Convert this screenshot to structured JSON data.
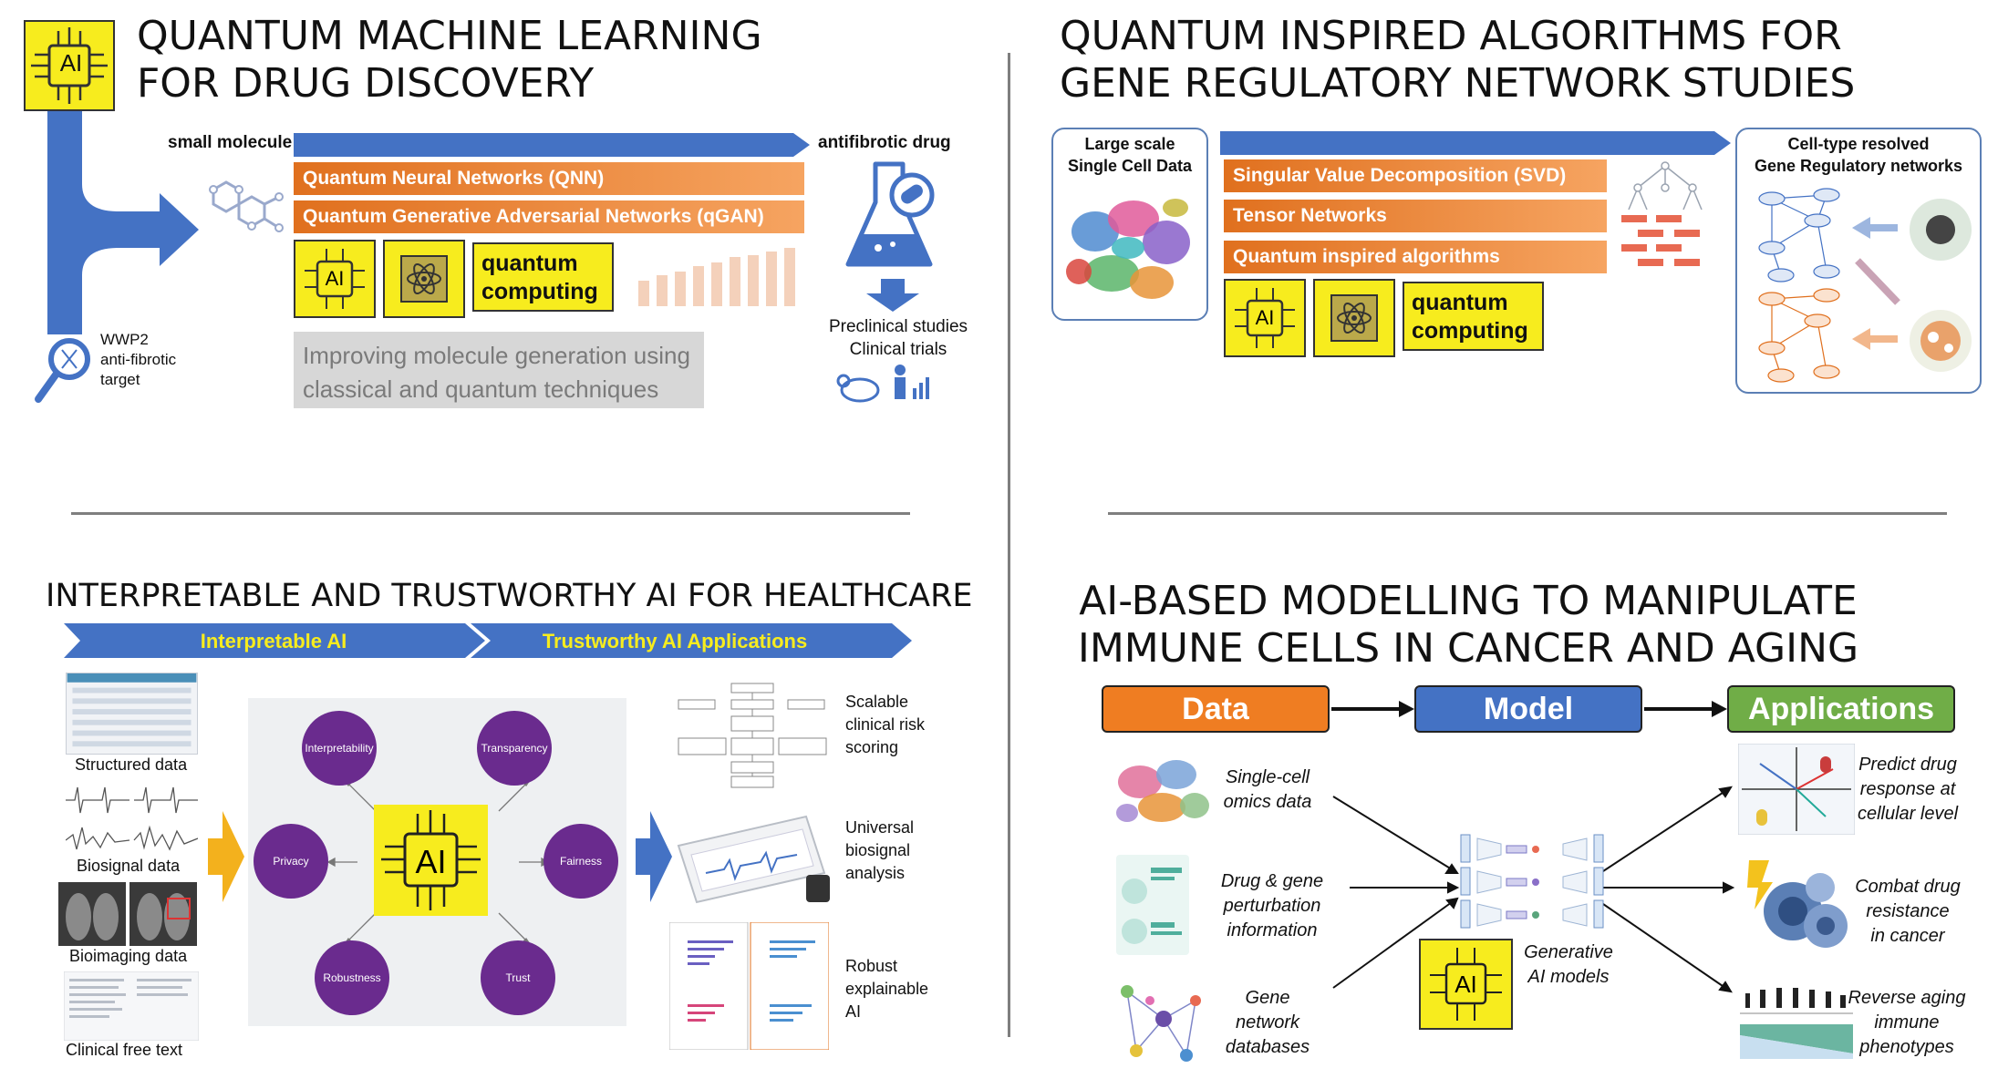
{
  "q1": {
    "title_line1": "QUANTUM MACHINE LEARNING",
    "title_line2": "FOR DRUG DISCOVERY",
    "small_molecule": "small molecule",
    "antifibrotic_drug": "antifibrotic drug",
    "bar1": "Quantum Neural Networks (QNN)",
    "bar2": "Quantum Generative Adversarial Networks (qGAN)",
    "quantum_line1": "quantum",
    "quantum_line2": "computing",
    "ai_text": "AI",
    "target_line1": "WWP2",
    "target_line2": "anti-fibrotic",
    "target_line3": "target",
    "preclinical": "Preclinical studies",
    "clinical": "Clinical trials",
    "gray_line1": "Improving molecule generation using",
    "gray_line2": "classical and quantum techniques"
  },
  "q2": {
    "title_line1": "QUANTUM INSPIRED ALGORITHMS FOR",
    "title_line2": "GENE REGULATORY NETWORK STUDIES",
    "large_line1": "Large scale",
    "large_line2": "Single Cell Data",
    "bar1": "Singular Value Decomposition (SVD)",
    "bar2": "Tensor Networks",
    "bar3": "Quantum inspired algorithms",
    "quantum_line1": "quantum",
    "quantum_line2": "computing",
    "ai_text": "AI",
    "ct_line1": "Cell-type resolved",
    "ct_line2": "Gene Regulatory networks"
  },
  "q3": {
    "title": "INTERPRETABLE AND TRUSTWORTHY AI FOR HEALTHCARE",
    "arrow1": "Interpretable AI",
    "arrow2": "Trustworthy AI Applications",
    "structured": "Structured data",
    "biosignal": "Biosignal data",
    "bioimaging": "Bioimaging data",
    "freetext": "Clinical free text",
    "ai_text": "AI",
    "circles": [
      "Interpretability",
      "Transparency",
      "Privacy",
      "Fairness",
      "Robustness",
      "Trust"
    ],
    "app1_lines": [
      "Scalable",
      "clinical risk",
      "scoring"
    ],
    "app2_lines": [
      "Universal",
      "biosignal",
      "analysis"
    ],
    "app3_lines": [
      "Robust",
      "explainable",
      "AI"
    ]
  },
  "q4": {
    "title_line1": "AI-BASED MODELLING TO MANIPULATE",
    "title_line2": "IMMUNE CELLS IN CANCER AND AGING",
    "data": "Data",
    "model": "Model",
    "applications": "Applications",
    "in1_lines": [
      "Single-cell",
      "omics data"
    ],
    "in2_lines": [
      "Drug & gene",
      "perturbation",
      "information"
    ],
    "in3_lines": [
      "Gene",
      "network",
      "databases"
    ],
    "gen_lines": [
      "Generative",
      "AI models"
    ],
    "ai_text": "AI",
    "out1_lines": [
      "Predict drug",
      "response at",
      "cellular level"
    ],
    "out2_lines": [
      "Combat drug",
      "resistance",
      "in cancer"
    ],
    "out3_lines": [
      "Reverse aging",
      "immune",
      "phenotypes"
    ]
  },
  "colors": {
    "orange": "#ef7d22",
    "blue": "#4472c4",
    "green": "#70ad47",
    "purple": "#6a2b8e",
    "yellow": "#f7ec1e"
  }
}
